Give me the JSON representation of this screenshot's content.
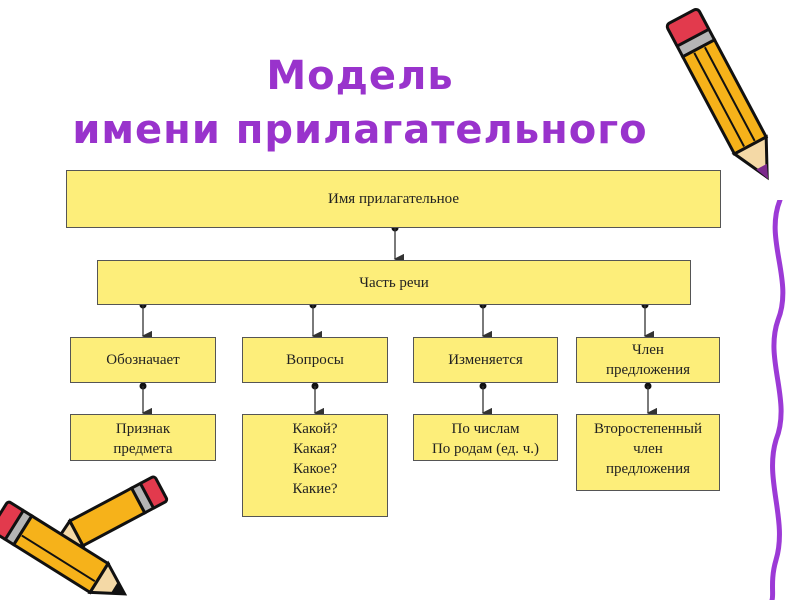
{
  "title": {
    "line1": "Модель",
    "line2": "имени прилагательного"
  },
  "diagram": {
    "root": "Имя прилагательное",
    "level1": "Часть речи",
    "categories": [
      {
        "label": "Обозначает",
        "detail": "Признак\nпредмета"
      },
      {
        "label": "Вопросы",
        "detail": "Какой?\nКакая?\nКакое?\nКакие?"
      },
      {
        "label": "Изменяется",
        "detail": "По числам\nПо родам (ед. ч.)"
      },
      {
        "label": "Член\nпредложения",
        "detail": "Второстепенный\nчлен\nпредложения"
      }
    ]
  },
  "colors": {
    "title": "#9933cc",
    "box_fill": "#fdee7a",
    "connector": "#333333"
  },
  "decorations": [
    "pencil-icon",
    "pencil-icon",
    "pencil-icon",
    "wavy-line"
  ]
}
